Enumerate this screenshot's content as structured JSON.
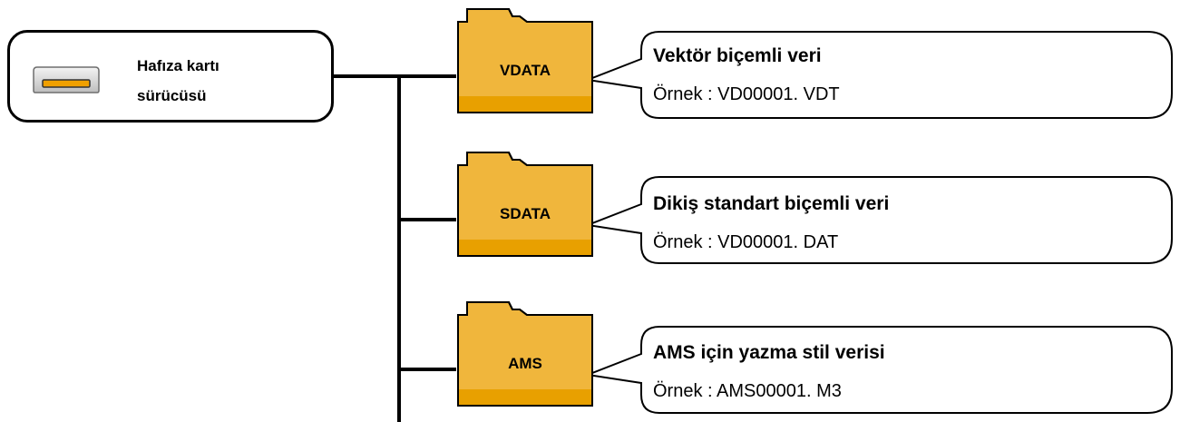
{
  "drive": {
    "line1": "Hafıza kartı",
    "line2": "sürücüsü",
    "icon": "memory-card-slot-icon"
  },
  "folders": [
    {
      "label": "VDATA",
      "title": "Vektör biçemli veri",
      "example": "Örnek : VD00001. VDT"
    },
    {
      "label": "SDATA",
      "title": "Dikiş standart biçemli veri",
      "example": "Örnek : VD00001. DAT"
    },
    {
      "label": "AMS",
      "title": "AMS için yazma stil verisi",
      "example": "Örnek : AMS00001. M3"
    }
  ],
  "colors": {
    "folder_fill": "#F0B63C",
    "folder_bottom": "#E8A000",
    "slot_orange": "#F0A000",
    "line": "#000000"
  }
}
